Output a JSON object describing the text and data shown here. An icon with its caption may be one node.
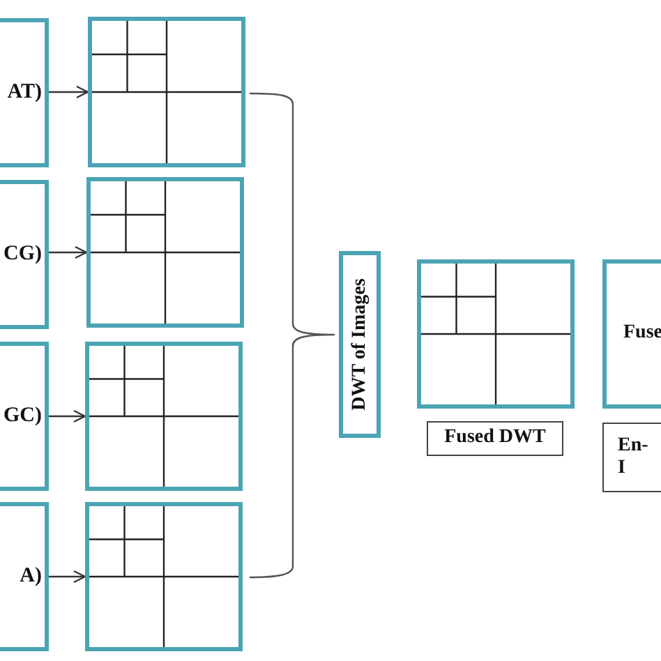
{
  "diagram": {
    "nodes": [
      {
        "text": [
          "AT)"
        ]
      },
      {
        "text": [
          "CG)"
        ]
      },
      {
        "text": [
          "GC)"
        ]
      },
      {
        "text": [
          "A)"
        ]
      },
      {
        "text": [],
        "shape": "box"
      },
      {
        "text": [],
        "shape": "box"
      },
      {
        "text": [],
        "shape": "box"
      },
      {
        "text": [],
        "shape": "box"
      },
      {
        "text": [
          "DWT of Images"
        ]
      },
      {
        "text": [],
        "shape": "box"
      },
      {
        "text": [
          "Fused DWT"
        ]
      },
      {
        "text": [
          "Fuse"
        ]
      },
      {
        "text": [
          "En-",
          "I"
        ]
      }
    ],
    "edges": [
      {
        "from": 0,
        "to": 4,
        "arrow": "to"
      },
      {
        "from": 1,
        "to": 5,
        "arrow": "to"
      },
      {
        "from": 2,
        "to": 6,
        "arrow": "to"
      },
      {
        "from": 3,
        "to": 7,
        "arrow": "to"
      }
    ]
  }
}
